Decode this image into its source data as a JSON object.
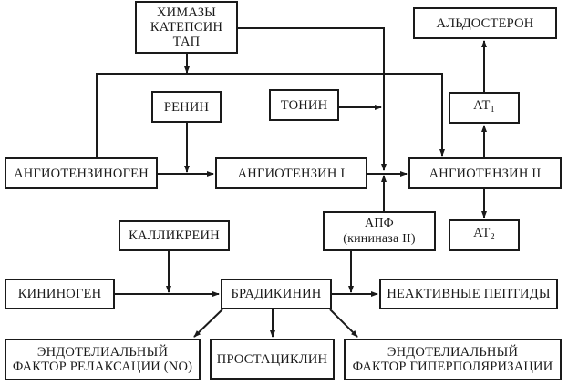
{
  "diagram": {
    "nodes": {
      "chymase": {
        "lines": [
          "ХИМАЗЫ",
          "КАТЕПСИН",
          "ТАП"
        ]
      },
      "renin": {
        "label": "РЕНИН"
      },
      "tonin": {
        "label": "ТОНИН"
      },
      "angiotensinogen": {
        "label": "АНГИОТЕНЗИНОГЕН"
      },
      "angiotensin1": {
        "label": "АНГИОТЕНЗИН I"
      },
      "angiotensin2": {
        "label": "АНГИОТЕНЗИН II"
      },
      "aldosterone": {
        "label": "АЛЬДОСТЕРОН"
      },
      "at1": {
        "base": "АТ",
        "sub": "1"
      },
      "at2": {
        "base": "АТ",
        "sub": "2"
      },
      "ace": {
        "lines": [
          "АПФ",
          "(кининаза II)"
        ]
      },
      "kallikrein": {
        "label": "КАЛЛИКРЕИН"
      },
      "kininogen": {
        "label": "КИНИНОГЕН"
      },
      "bradykinin": {
        "label": "БРАДИКИНИН"
      },
      "inactive_peptides": {
        "label": "НЕАКТИВНЫЕ ПЕПТИДЫ"
      },
      "edrf": {
        "lines": [
          "ЭНДОТЕЛИАЛЬНЫЙ",
          "ФАКТОР РЕЛАКСАЦИИ (NO)"
        ]
      },
      "prostacyclin": {
        "label": "ПРОСТАЦИКЛИН"
      },
      "edhf": {
        "lines": [
          "ЭНДОТЕЛИАЛЬНЫЙ",
          "ФАКТОР ГИПЕРПОЛЯРИЗАЦИИ"
        ]
      }
    },
    "edges": [
      {
        "from": "chymase",
        "to": "angiotensin2",
        "via": "horizontal-bus"
      },
      {
        "from": "angiotensinogen",
        "to": "angiotensin2",
        "via": "horizontal-bus"
      },
      {
        "from": "chymase",
        "to": "angiotensin1-angiotensin2-junction"
      },
      {
        "from": "renin",
        "to": "angiotensinogen-angiotensin1-junction"
      },
      {
        "from": "angiotensinogen",
        "to": "angiotensin1"
      },
      {
        "from": "tonin",
        "to": "angiotensin1-angiotensin2-junction"
      },
      {
        "from": "angiotensin1",
        "to": "angiotensin2"
      },
      {
        "from": "ace",
        "to": "angiotensin1-angiotensin2-junction"
      },
      {
        "from": "angiotensin2",
        "to": "at1"
      },
      {
        "from": "at1",
        "to": "aldosterone"
      },
      {
        "from": "angiotensin2",
        "to": "at2"
      },
      {
        "from": "kallikrein",
        "to": "kininogen-bradykinin-junction"
      },
      {
        "from": "kininogen",
        "to": "bradykinin"
      },
      {
        "from": "ace",
        "to": "bradykinin-inactive-junction"
      },
      {
        "from": "bradykinin",
        "to": "inactive_peptides"
      },
      {
        "from": "bradykinin",
        "to": "edrf"
      },
      {
        "from": "bradykinin",
        "to": "prostacyclin"
      },
      {
        "from": "bradykinin",
        "to": "edhf"
      }
    ]
  }
}
